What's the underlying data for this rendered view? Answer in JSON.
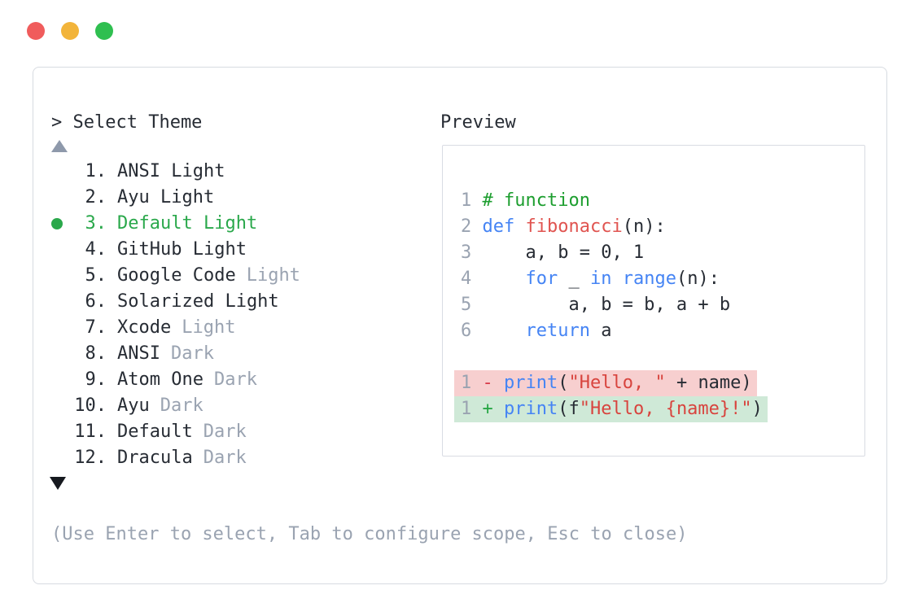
{
  "window_controls": {
    "buttons": [
      {
        "name": "close-button",
        "color": "#f05c5c"
      },
      {
        "name": "minimize-button",
        "color": "#f2b43a"
      },
      {
        "name": "zoom-button",
        "color": "#2fbf50"
      }
    ]
  },
  "selector": {
    "prompt": "> Select Theme",
    "hint": "(Use Enter to select, Tab to configure scope, Esc to close)",
    "scroll_up_icon": "up-triangle",
    "scroll_down_icon": "down-triangle",
    "selected_index": 3,
    "accent_color": "#2aa84b",
    "secondary_text_color": "#9aa3b1",
    "items": [
      {
        "number": "1.",
        "primary": "ANSI Light",
        "secondary": "",
        "selected": false
      },
      {
        "number": "2.",
        "primary": "Ayu Light",
        "secondary": "",
        "selected": false
      },
      {
        "number": "3.",
        "primary": "Default Light",
        "secondary": "",
        "selected": true
      },
      {
        "number": "4.",
        "primary": "GitHub Light",
        "secondary": "",
        "selected": false
      },
      {
        "number": "5.",
        "primary": "Google Code",
        "secondary": "Light",
        "selected": false
      },
      {
        "number": "6.",
        "primary": "Solarized Light",
        "secondary": "",
        "selected": false
      },
      {
        "number": "7.",
        "primary": "Xcode",
        "secondary": "Light",
        "selected": false
      },
      {
        "number": "8.",
        "primary": "ANSI",
        "secondary": "Dark",
        "selected": false
      },
      {
        "number": "9.",
        "primary": "Atom One",
        "secondary": "Dark",
        "selected": false
      },
      {
        "number": "10.",
        "primary": "Ayu",
        "secondary": "Dark",
        "selected": false
      },
      {
        "number": "11.",
        "primary": "Default",
        "secondary": "Dark",
        "selected": false
      },
      {
        "number": "12.",
        "primary": "Dracula",
        "secondary": "Dark",
        "selected": false
      }
    ]
  },
  "preview": {
    "label": "Preview",
    "syntax_colors": {
      "keyword": "#4584f4",
      "function": "#e05450",
      "string": "#d8443e",
      "comment": "#1d9e2f",
      "plain": "#272c34",
      "line_number": "#9aa3b1",
      "diff_del_bg": "#f7cfcf",
      "diff_ins_bg": "#cfe9d7",
      "diff_del_sign": "#d73a49",
      "diff_ins_sign": "#28a745"
    },
    "code_lines": [
      {
        "num": "1",
        "tokens": [
          {
            "t": "# function",
            "c": "comment"
          }
        ]
      },
      {
        "num": "2",
        "tokens": [
          {
            "t": "def",
            "c": "kw"
          },
          {
            "t": " ",
            "c": "plain"
          },
          {
            "t": "fibonacci",
            "c": "fn"
          },
          {
            "t": "(n):",
            "c": "plain"
          }
        ]
      },
      {
        "num": "3",
        "tokens": [
          {
            "t": "    a, b = 0, 1",
            "c": "plain"
          }
        ]
      },
      {
        "num": "4",
        "tokens": [
          {
            "t": "    ",
            "c": "plain"
          },
          {
            "t": "for",
            "c": "kw"
          },
          {
            "t": " _ ",
            "c": "plain"
          },
          {
            "t": "in",
            "c": "kw"
          },
          {
            "t": " ",
            "c": "plain"
          },
          {
            "t": "range",
            "c": "kw"
          },
          {
            "t": "(n):",
            "c": "plain"
          }
        ]
      },
      {
        "num": "5",
        "tokens": [
          {
            "t": "        a, b = b, a + b",
            "c": "plain"
          }
        ]
      },
      {
        "num": "6",
        "tokens": [
          {
            "t": "    ",
            "c": "plain"
          },
          {
            "t": "return",
            "c": "kw"
          },
          {
            "t": " a",
            "c": "plain"
          }
        ]
      },
      {
        "num": "",
        "tokens": []
      },
      {
        "num": "1",
        "diff": "del",
        "tokens": [
          {
            "t": "- ",
            "c": "del"
          },
          {
            "t": "print",
            "c": "kw"
          },
          {
            "t": "(",
            "c": "plain"
          },
          {
            "t": "\"Hello, \"",
            "c": "str"
          },
          {
            "t": " + name)",
            "c": "plain"
          }
        ]
      },
      {
        "num": "1",
        "diff": "ins",
        "tokens": [
          {
            "t": "+ ",
            "c": "ins"
          },
          {
            "t": "print",
            "c": "kw"
          },
          {
            "t": "(f",
            "c": "plain"
          },
          {
            "t": "\"Hello, {name}!\"",
            "c": "str"
          },
          {
            "t": ")",
            "c": "plain"
          }
        ]
      }
    ]
  }
}
